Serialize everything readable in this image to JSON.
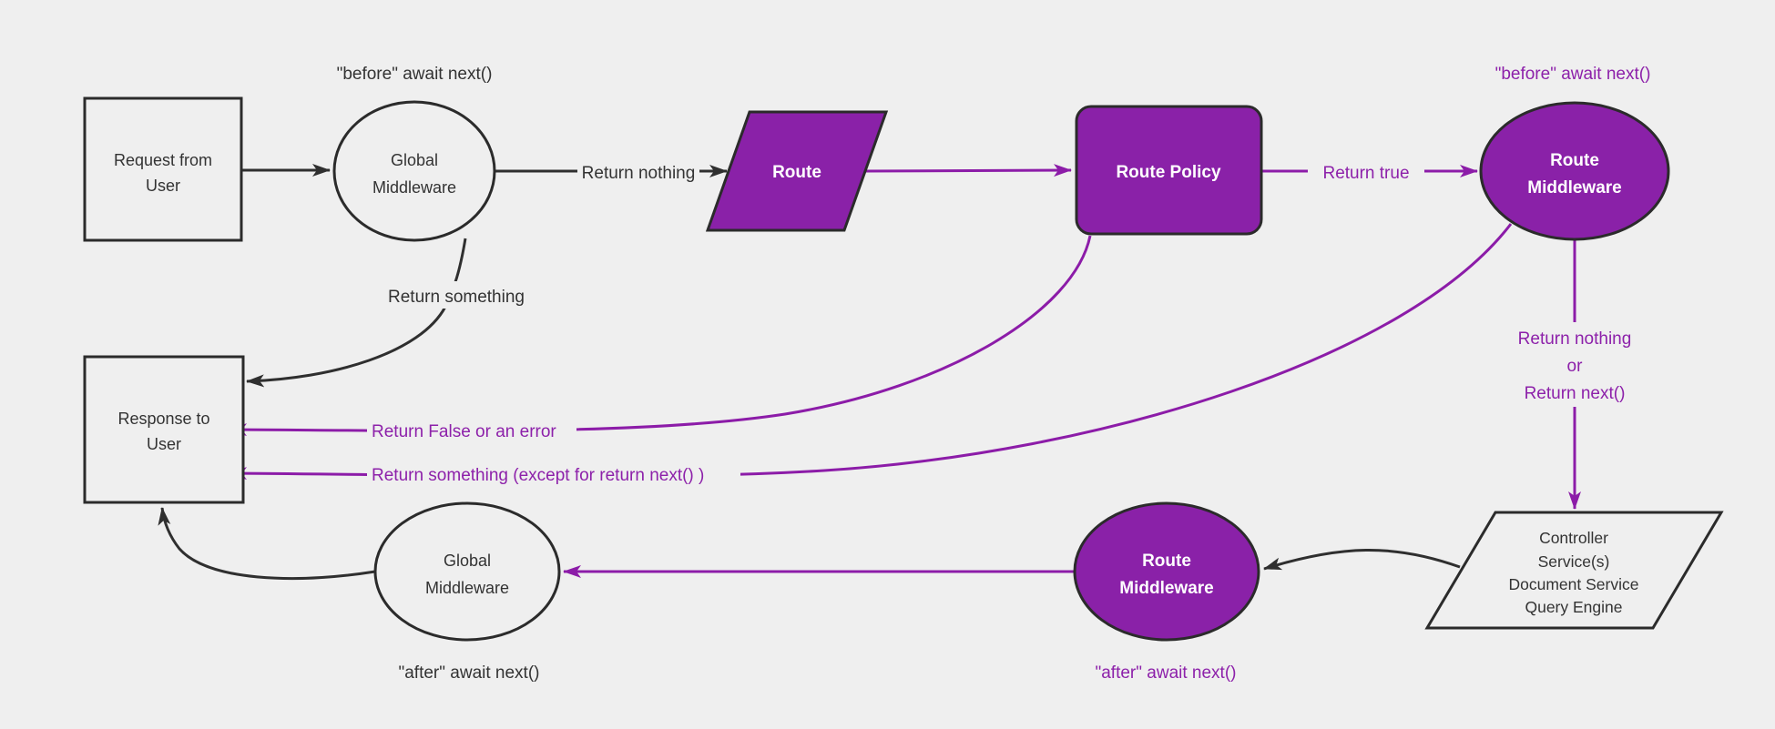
{
  "diagram": {
    "description": "Strapi backend request flow diagram",
    "colors": {
      "background": "#efefef",
      "purple_fill": "#8a21a8",
      "purple_line": "#8c1ca8",
      "dark_line": "#2f2f2f",
      "dark_text": "#333333",
      "white_text": "#ffffff"
    },
    "nodes": {
      "request": {
        "shape": "rectangle",
        "lines": [
          "Request from",
          "User"
        ]
      },
      "global_mw_top": {
        "shape": "ellipse",
        "lines": [
          "Global",
          "Middleware"
        ]
      },
      "route": {
        "shape": "parallelogram",
        "label": "Route"
      },
      "route_policy": {
        "shape": "rounded-rectangle",
        "label": "Route Policy"
      },
      "route_mw_top": {
        "shape": "ellipse",
        "lines": [
          "Route",
          "Middleware"
        ]
      },
      "controller": {
        "shape": "parallelogram",
        "lines": [
          "Controller",
          "Service(s)",
          "Document Service",
          "Query Engine"
        ]
      },
      "route_mw_bottom": {
        "shape": "ellipse",
        "lines": [
          "Route",
          "Middleware"
        ]
      },
      "global_mw_bottom": {
        "shape": "ellipse",
        "lines": [
          "Global",
          "Middleware"
        ]
      },
      "response": {
        "shape": "rectangle",
        "lines": [
          "Response to",
          "User"
        ]
      }
    },
    "labels": {
      "before_await_black": "\"before\" await next()",
      "before_await_purple": "\"before\" await next()",
      "return_nothing": "Return nothing",
      "return_true": "Return true",
      "return_nothing_or": [
        "Return nothing",
        "or",
        "Return next()"
      ],
      "return_false": "Return False or an error",
      "return_something_except": "Return something (except for return next() )",
      "return_something": "Return something",
      "after_await_black": "\"after\" await next()",
      "after_await_purple": "\"after\" await next()"
    }
  }
}
